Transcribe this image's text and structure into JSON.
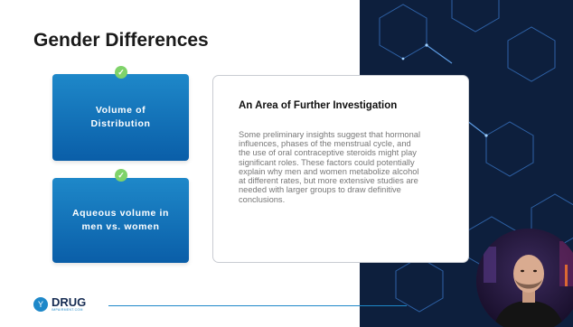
{
  "slide": {
    "title": "Gender Differences",
    "factors": [
      {
        "label": "Volume of Distribution",
        "check_icon": "check-circle-icon"
      },
      {
        "label": "Aqueous volume in men vs. women",
        "check_icon": "check-circle-icon"
      }
    ],
    "card": {
      "title": "An Area of Further Investigation",
      "body": "Some preliminary insights suggest that hormonal influences, phases of the menstrual cycle, and the use of oral contraceptive steroids might play significant roles. These factors could potentially explain why men and women metabolize alcohol at different rates, but more extensive studies are needed with larger groups to draw definitive conclusions."
    }
  },
  "logo": {
    "word": "DRUG",
    "subtitle": "IMPAIRMENT.COM"
  },
  "colors": {
    "accent_blue": "#1e88c9",
    "check_green": "#7fd36a",
    "panel_navy": "#0d1f3d"
  }
}
